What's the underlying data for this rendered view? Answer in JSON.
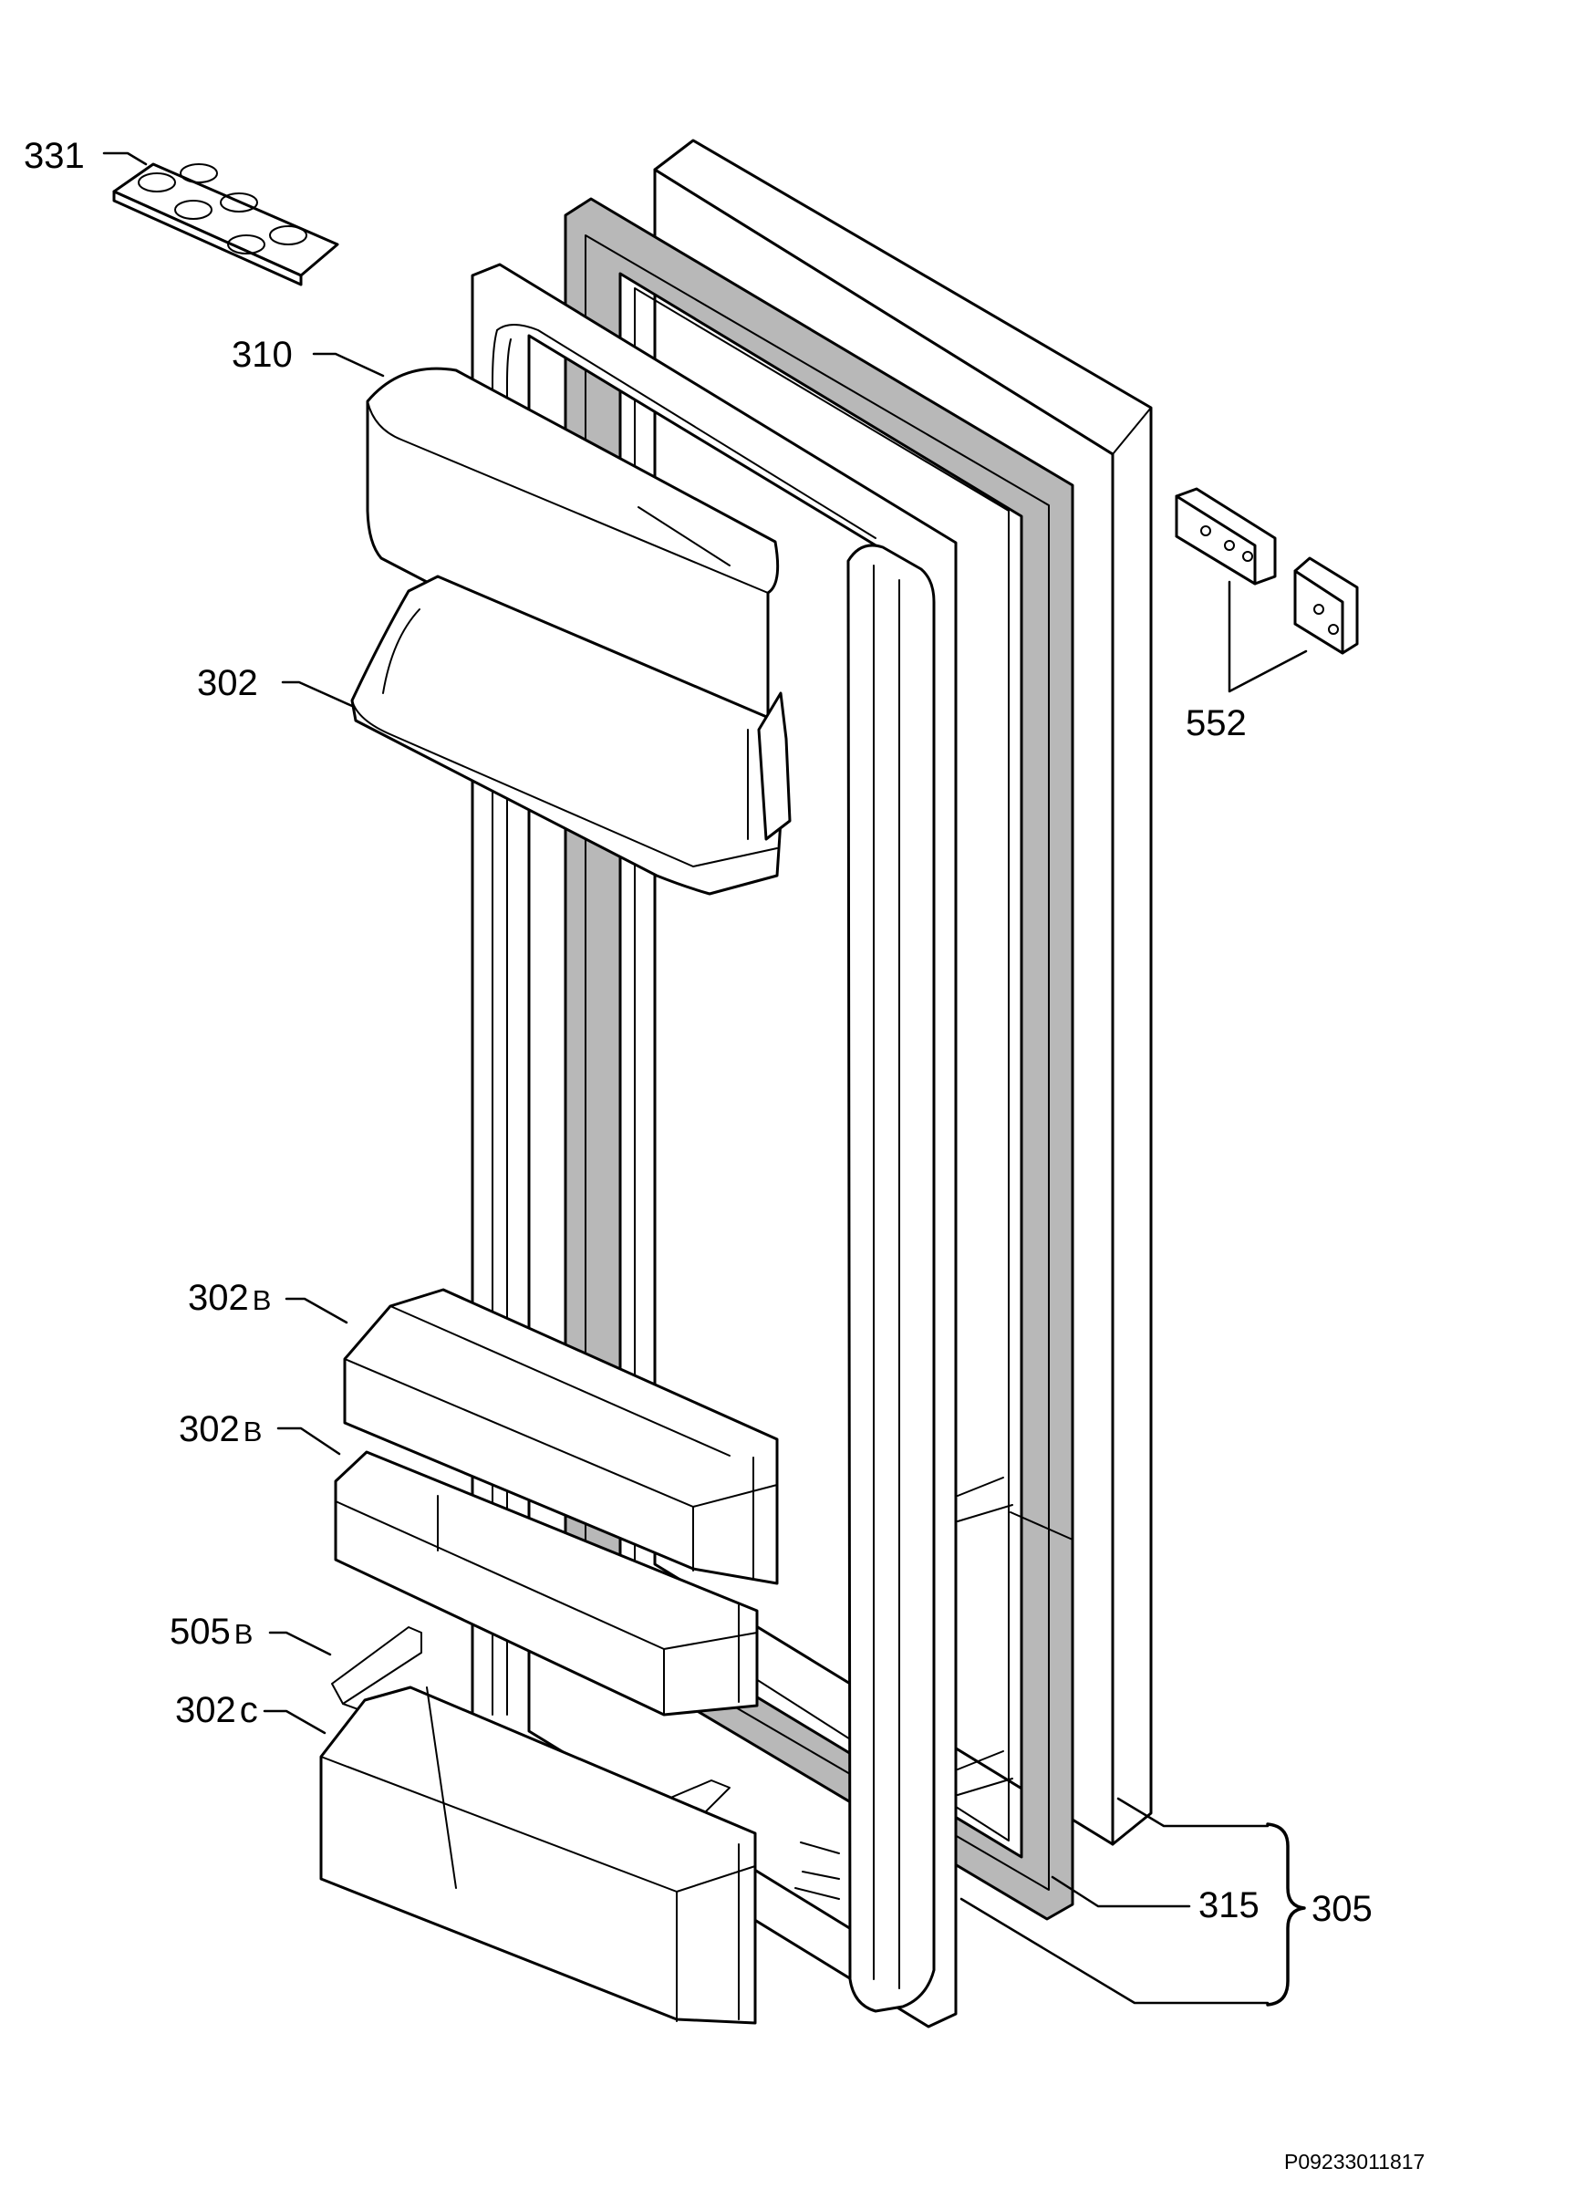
{
  "diagram": {
    "document_ref": "P09233011817",
    "callouts": [
      {
        "id": "331",
        "number": "331",
        "suffix": ""
      },
      {
        "id": "310",
        "number": "310",
        "suffix": ""
      },
      {
        "id": "302",
        "number": "302",
        "suffix": ""
      },
      {
        "id": "552",
        "number": "552",
        "suffix": ""
      },
      {
        "id": "302b-upper",
        "number": "302",
        "suffix": "B"
      },
      {
        "id": "302b-lower",
        "number": "302",
        "suffix": "B"
      },
      {
        "id": "505b",
        "number": "505",
        "suffix": "B"
      },
      {
        "id": "302c",
        "number": "302",
        "suffix": "c"
      },
      {
        "id": "315",
        "number": "315",
        "suffix": ""
      },
      {
        "id": "305",
        "number": "305",
        "suffix": ""
      }
    ]
  }
}
